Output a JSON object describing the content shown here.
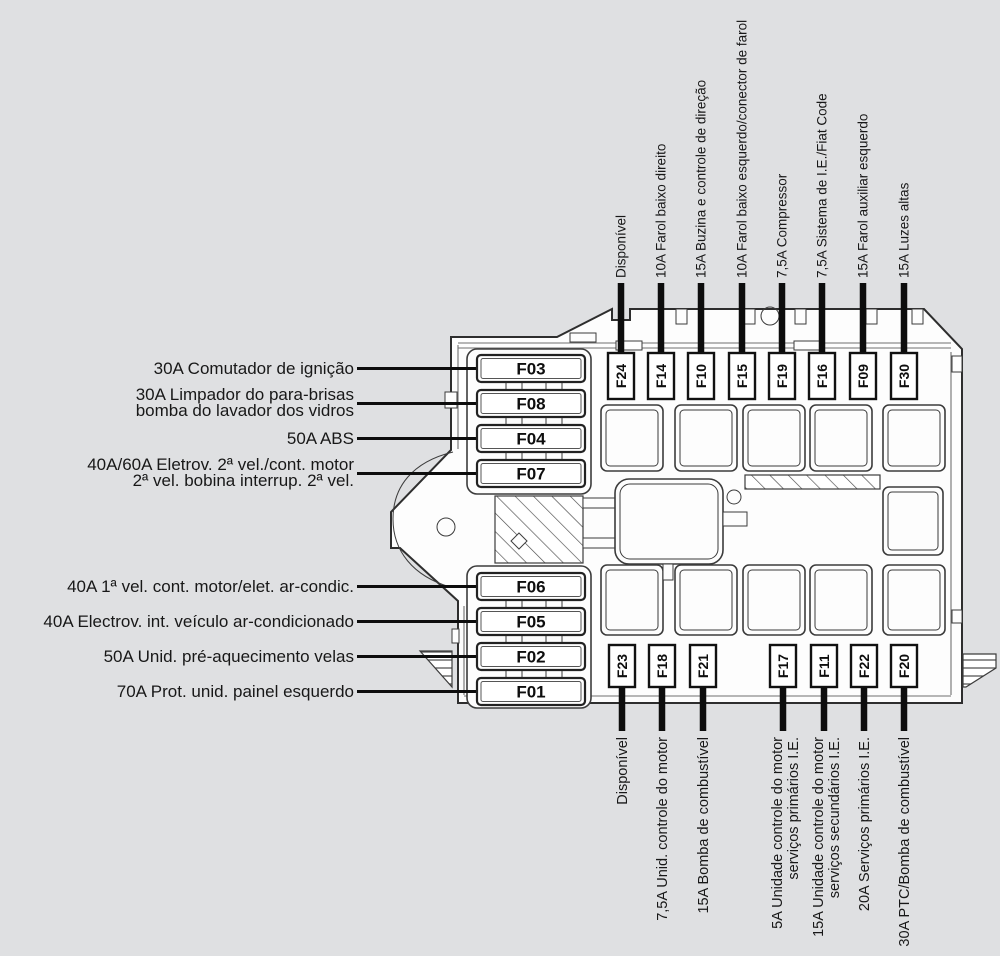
{
  "colors": {
    "background": "#dfe0e2",
    "housing_fill": "#fdfdfd",
    "line": "#2e2e2e",
    "text": "#181818",
    "leader": "#0d0d0d"
  },
  "top_fuses": [
    {
      "id": "F24",
      "label": "Disponível"
    },
    {
      "id": "F14",
      "label": "10A Farol baixo direito"
    },
    {
      "id": "F10",
      "label": "15A Buzina e controle de direção"
    },
    {
      "id": "F15",
      "label": "10A Farol baixo esquerdo/conector de farol"
    },
    {
      "id": "F19",
      "label": "7,5A Compressor"
    },
    {
      "id": "F16",
      "label": "7,5A Sistema de I.E./Fiat Code"
    },
    {
      "id": "F09",
      "label": "15A Farol auxiliar esquerdo"
    },
    {
      "id": "F30",
      "label": "15A Luzes altas"
    }
  ],
  "left_fuses": [
    {
      "id": "F03",
      "label": "30A Comutador de ignição"
    },
    {
      "id": "F08",
      "label": "30A Limpador do para-brisas",
      "label2": "bomba do lavador dos vidros"
    },
    {
      "id": "F04",
      "label": "50A ABS"
    },
    {
      "id": "F07",
      "label": "40A/60A Eletrov. 2ª vel./cont. motor",
      "label2": "2ª vel. bobina interrup. 2ª vel."
    },
    {
      "id": "F06",
      "label": "40A 1ª vel. cont. motor/elet. ar-condic."
    },
    {
      "id": "F05",
      "label": "40A Electrov. int. veículo ar-condicionado"
    },
    {
      "id": "F02",
      "label": "50A Unid. pré-aquecimento velas"
    },
    {
      "id": "F01",
      "label": "70A Prot. unid. painel esquerdo"
    }
  ],
  "bottom_fuses": [
    {
      "id": "F23",
      "label": "Disponível"
    },
    {
      "id": "F18",
      "label": "7,5A Unid. controle do motor"
    },
    {
      "id": "F21",
      "label": "15A Bomba de combustível"
    },
    {
      "id": "F17",
      "label": "5A Unidade controle do motor",
      "label2": "serviços primários I.E."
    },
    {
      "id": "F11",
      "label": "15A Unidade controle do motor",
      "label2": "serviços secundários I.E."
    },
    {
      "id": "F22",
      "label": "20A Serviços primários I.E."
    },
    {
      "id": "F20",
      "label": "30A PTC/Bomba de combustível"
    }
  ]
}
